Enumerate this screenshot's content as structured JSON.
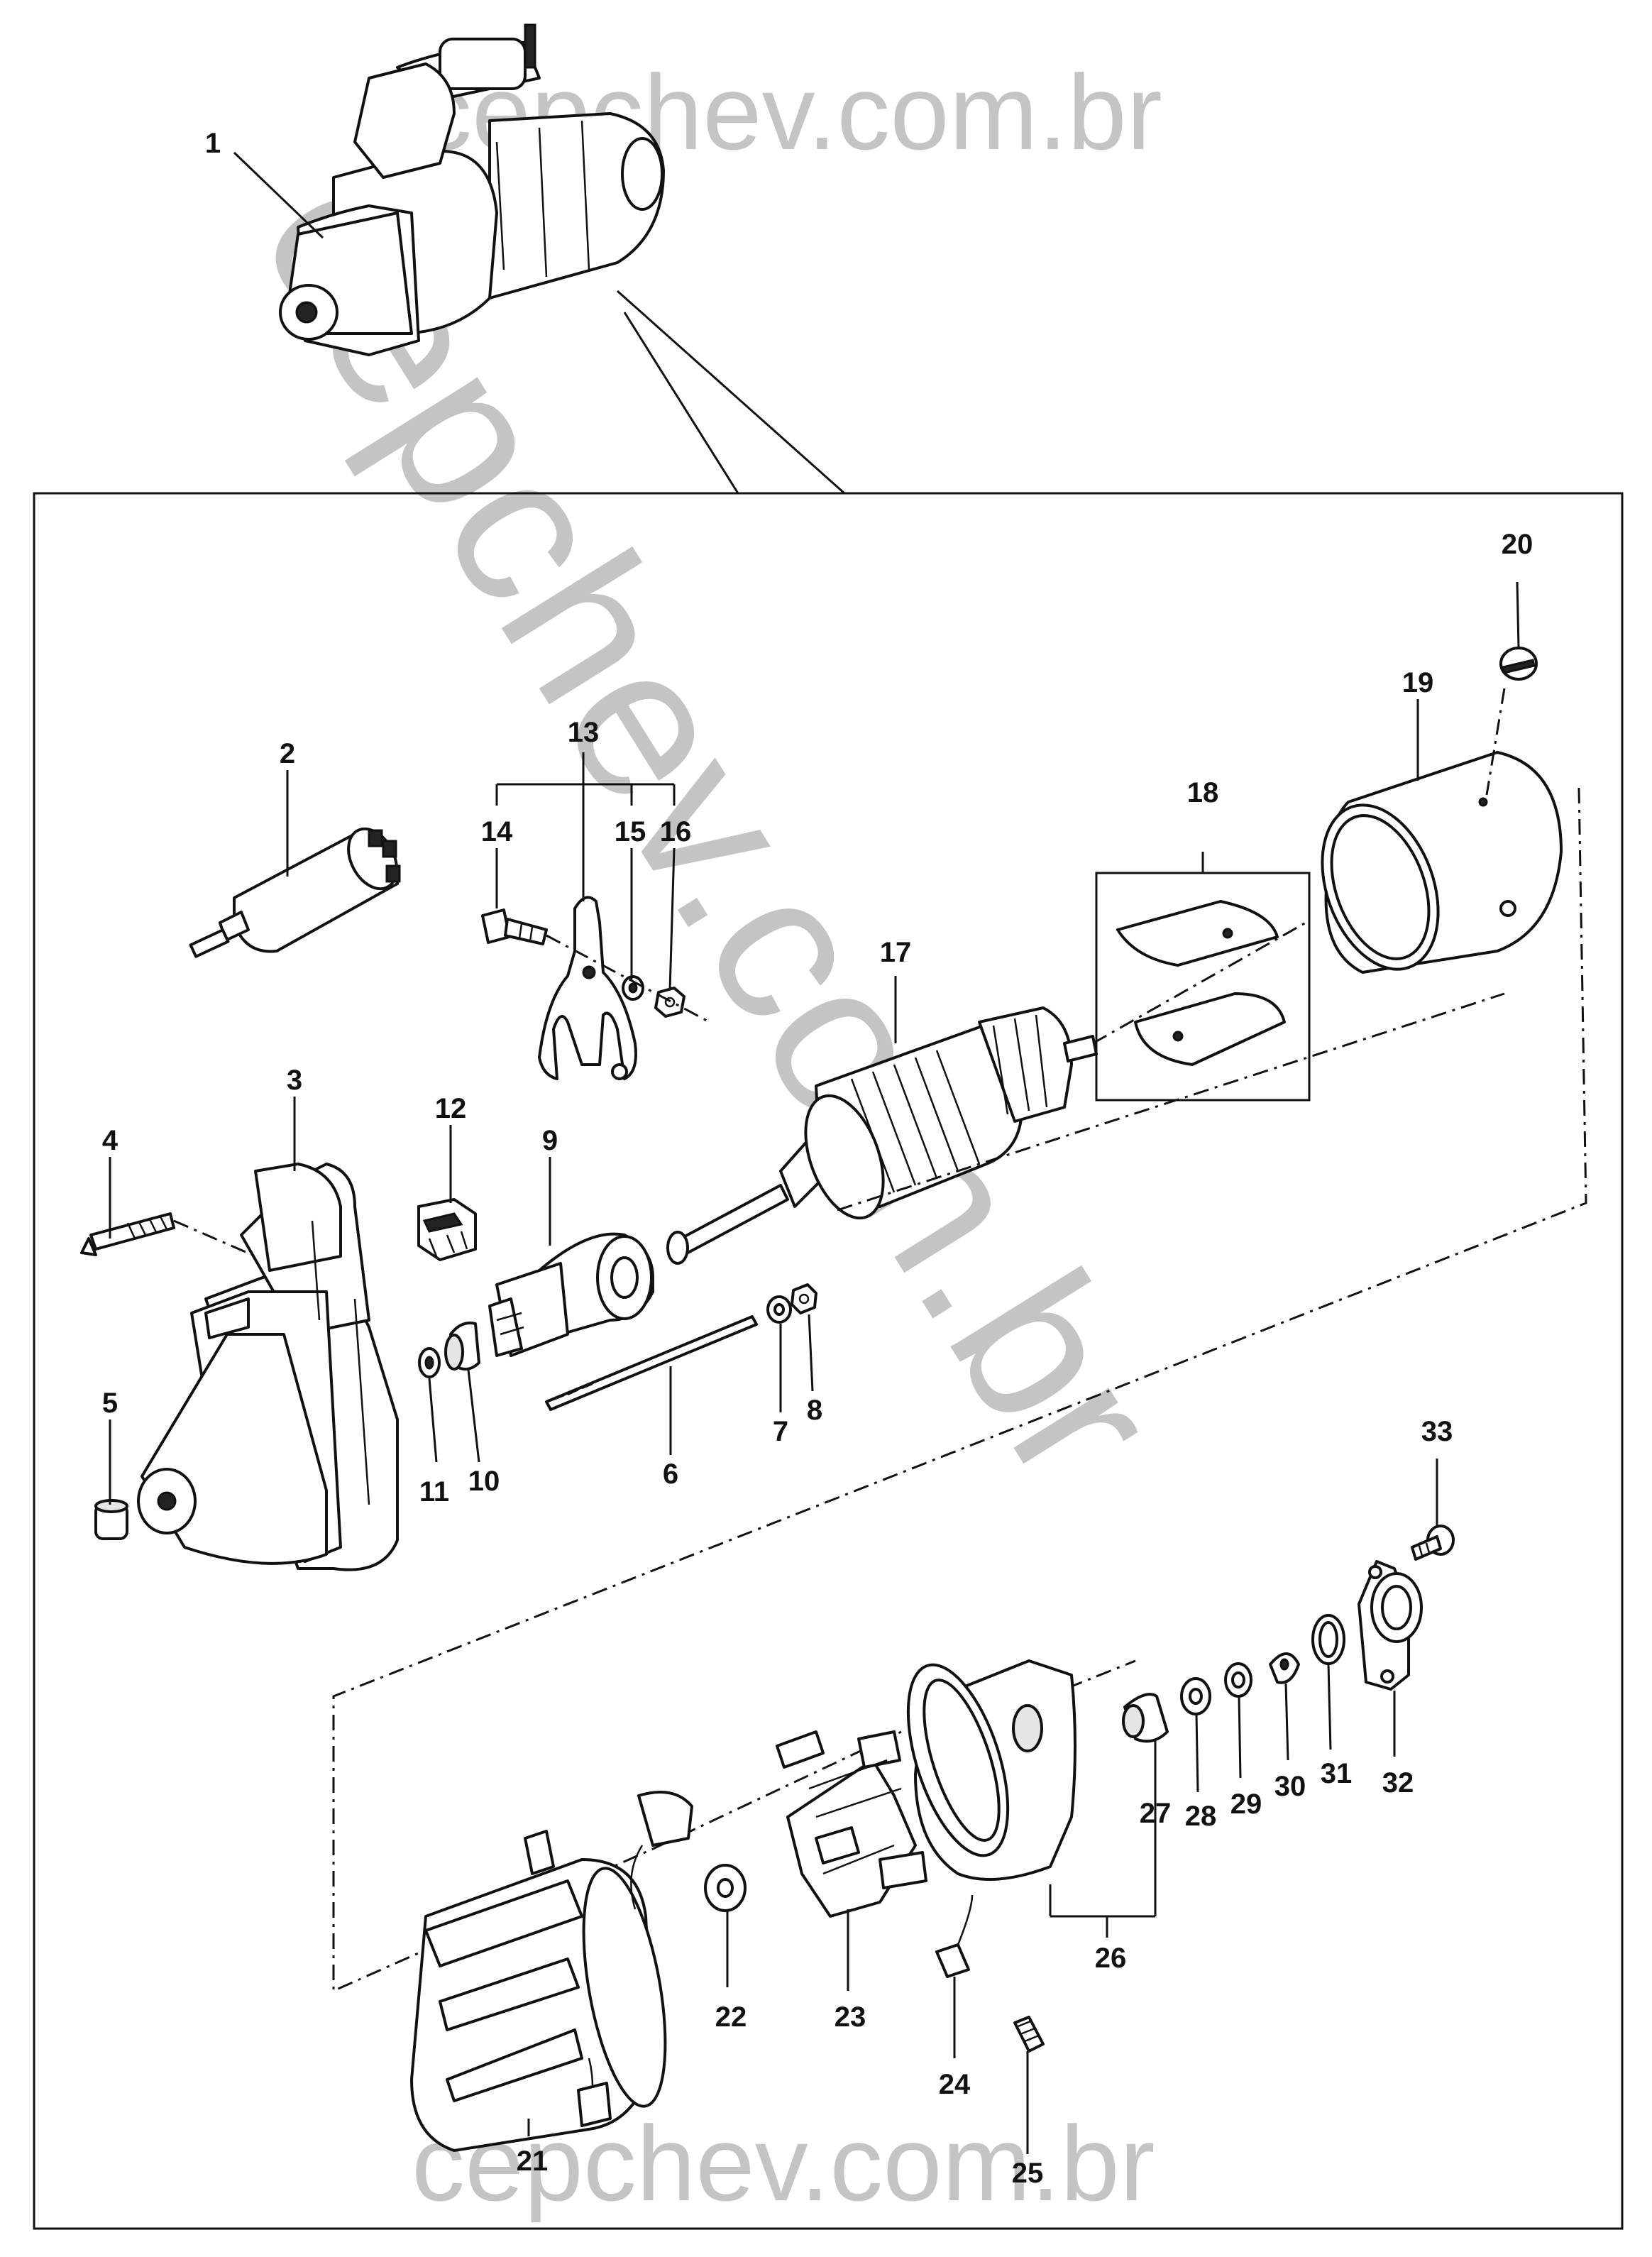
{
  "watermarks": {
    "top": "cepchev.com.br",
    "diagonal": "cepchev.com.br",
    "bottom": "cepchev.com.br"
  },
  "callouts": [
    {
      "id": "p1",
      "label": "1"
    },
    {
      "id": "p2",
      "label": "2"
    },
    {
      "id": "p3",
      "label": "3"
    },
    {
      "id": "p4",
      "label": "4"
    },
    {
      "id": "p5",
      "label": "5"
    },
    {
      "id": "p6",
      "label": "6"
    },
    {
      "id": "p7",
      "label": "7"
    },
    {
      "id": "p8",
      "label": "8"
    },
    {
      "id": "p9",
      "label": "9"
    },
    {
      "id": "p10",
      "label": "10"
    },
    {
      "id": "p11",
      "label": "11"
    },
    {
      "id": "p12",
      "label": "12"
    },
    {
      "id": "p13",
      "label": "13"
    },
    {
      "id": "p14",
      "label": "14"
    },
    {
      "id": "p15",
      "label": "15"
    },
    {
      "id": "p16",
      "label": "16"
    },
    {
      "id": "p17",
      "label": "17"
    },
    {
      "id": "p18",
      "label": "18"
    },
    {
      "id": "p19",
      "label": "19"
    },
    {
      "id": "p20",
      "label": "20"
    },
    {
      "id": "p21",
      "label": "21"
    },
    {
      "id": "p22",
      "label": "22"
    },
    {
      "id": "p23",
      "label": "23"
    },
    {
      "id": "p24",
      "label": "24"
    },
    {
      "id": "p25",
      "label": "25"
    },
    {
      "id": "p26",
      "label": "26"
    },
    {
      "id": "p27",
      "label": "27"
    },
    {
      "id": "p28",
      "label": "28"
    },
    {
      "id": "p29",
      "label": "29"
    },
    {
      "id": "p30",
      "label": "30"
    },
    {
      "id": "p31",
      "label": "31"
    },
    {
      "id": "p32",
      "label": "32"
    },
    {
      "id": "p33",
      "label": "33"
    }
  ]
}
